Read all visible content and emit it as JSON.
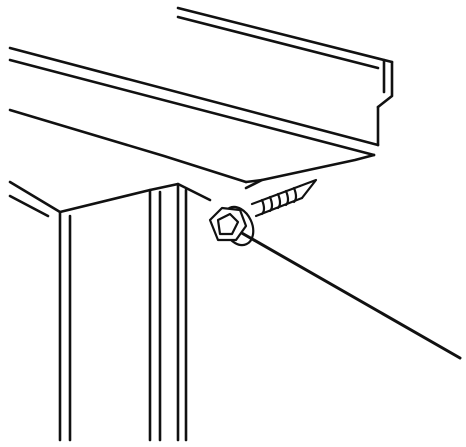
{
  "figure": {
    "background": "#ffffff",
    "ink": "#111111",
    "parts": [
      "roof-panel",
      "wall-panel",
      "self-drilling-screw"
    ]
  }
}
